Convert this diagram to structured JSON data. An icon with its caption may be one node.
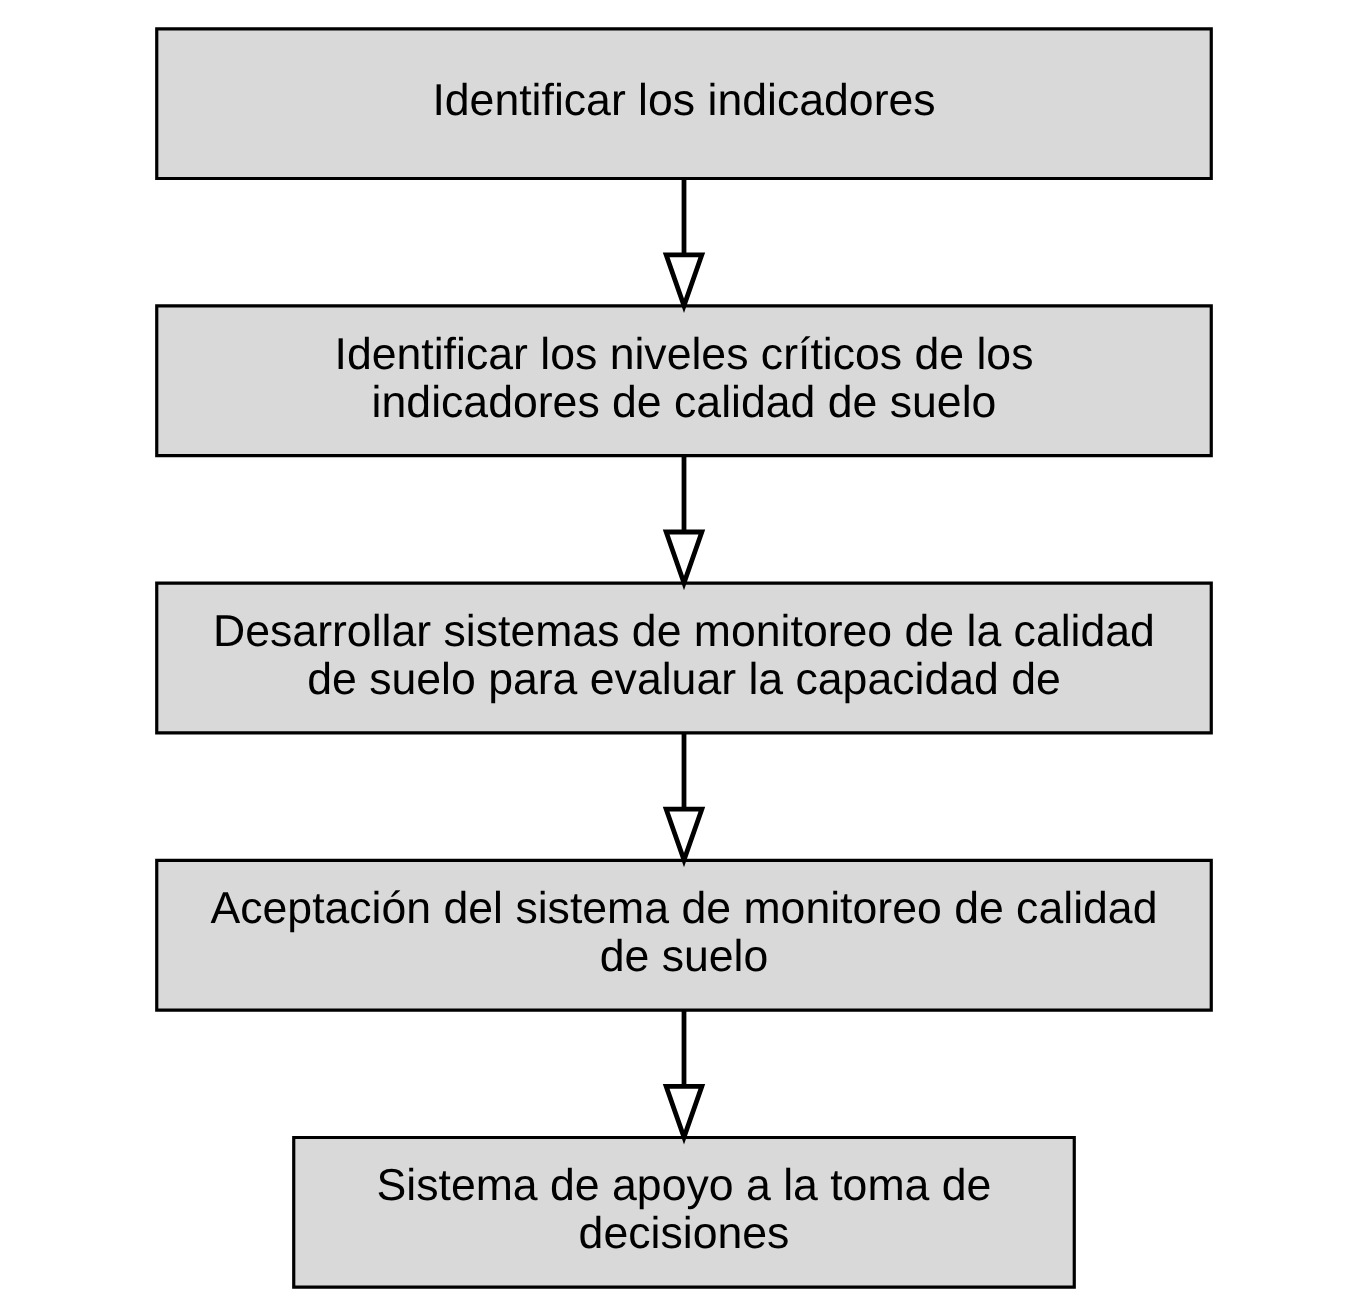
{
  "diagram": {
    "nodes": [
      {
        "text": [
          "Identificar los indicadores"
        ]
      },
      {
        "text": [
          "Identificar los niveles críticos de los indicadores de calidad de suelo"
        ]
      },
      {
        "text": [
          "Desarrollar sistemas de monitoreo de la calidad de suelo para evaluar la capacidad de"
        ]
      },
      {
        "text": [
          "Aceptación del sistema de monitoreo de calidad de suelo"
        ]
      },
      {
        "text": [
          "Sistema de apoyo a la toma de decisiones"
        ]
      }
    ],
    "edges": [
      {
        "from": 0,
        "to": 1,
        "arrow": "to"
      },
      {
        "from": 1,
        "to": 2,
        "arrow": "to"
      },
      {
        "from": 2,
        "to": 3,
        "arrow": "to"
      },
      {
        "from": 3,
        "to": 4,
        "arrow": "to"
      }
    ]
  }
}
